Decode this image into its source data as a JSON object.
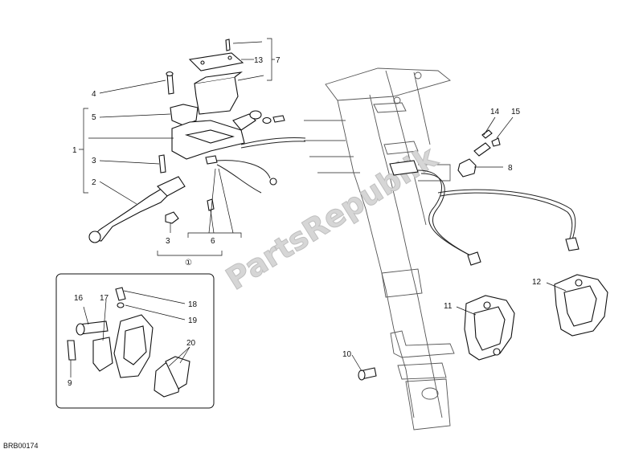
{
  "diagram": {
    "drawing_code": "BRB00174",
    "watermark": "PartsRepublik",
    "group_marker": "①",
    "callouts": {
      "c1": "1",
      "c2": "2",
      "c3a": "3",
      "c3b": "3",
      "c4": "4",
      "c5": "5",
      "c6": "6",
      "c7": "7",
      "c8": "8",
      "c9": "9",
      "c10": "10",
      "c11": "11",
      "c12": "12",
      "c13": "13",
      "c14": "14",
      "c15": "15",
      "c16": "16",
      "c17": "17",
      "c18": "18",
      "c19": "19",
      "c20": "20"
    }
  }
}
